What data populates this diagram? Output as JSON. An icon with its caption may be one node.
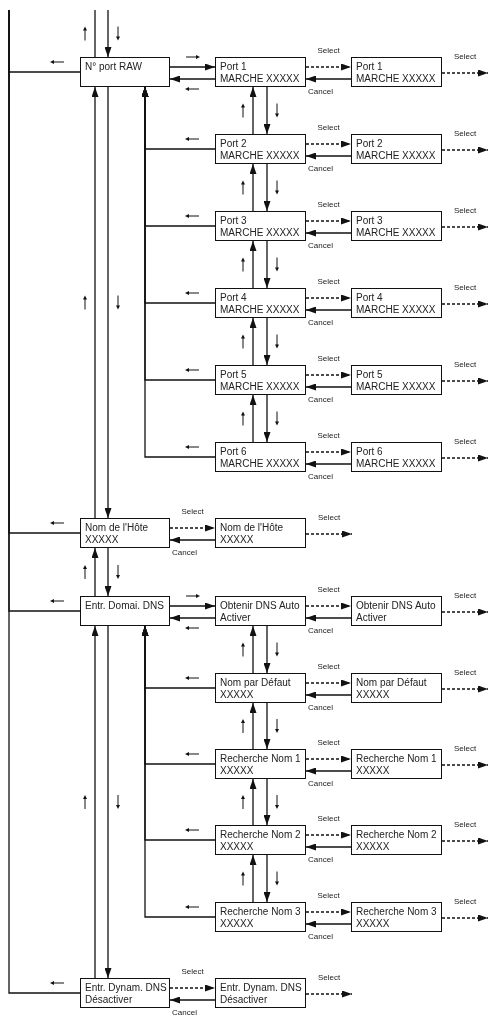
{
  "diagram": {
    "nodes": [
      {
        "text": [
          "N° port RAW"
        ]
      },
      {
        "text": [
          "Port 1",
          "MARCHE XXXXX"
        ]
      },
      {
        "text": [
          "Port 1",
          "MARCHE XXXXX"
        ]
      },
      {
        "text": [
          "Port 2",
          "MARCHE XXXXX"
        ]
      },
      {
        "text": [
          "Port 2",
          "MARCHE XXXXX"
        ]
      },
      {
        "text": [
          "Port 3",
          "MARCHE XXXXX"
        ]
      },
      {
        "text": [
          "Port 3",
          "MARCHE XXXXX"
        ]
      },
      {
        "text": [
          "Port 4",
          "MARCHE XXXXX"
        ]
      },
      {
        "text": [
          "Port 4",
          "MARCHE XXXXX"
        ]
      },
      {
        "text": [
          "Port 5",
          "MARCHE XXXXX"
        ]
      },
      {
        "text": [
          "Port 5",
          "MARCHE XXXXX"
        ]
      },
      {
        "text": [
          "Port 6",
          "MARCHE XXXXX"
        ]
      },
      {
        "text": [
          "Port 6",
          "MARCHE XXXXX"
        ]
      },
      {
        "text": [
          "Nom de l'Hôte",
          "XXXXX"
        ]
      },
      {
        "text": [
          "Nom de l'Hôte",
          "XXXXX"
        ]
      },
      {
        "text": [
          "Entr. Domai. DNS"
        ]
      },
      {
        "text": [
          "Obtenir DNS Auto",
          "Activer"
        ]
      },
      {
        "text": [
          "Obtenir DNS Auto",
          "Activer"
        ]
      },
      {
        "text": [
          "Nom par Défaut",
          "XXXXX"
        ]
      },
      {
        "text": [
          "Nom par Défaut",
          "XXXXX"
        ]
      },
      {
        "text": [
          "Recherche Nom 1",
          "XXXXX"
        ]
      },
      {
        "text": [
          "Recherche Nom 1",
          "XXXXX"
        ]
      },
      {
        "text": [
          "Recherche Nom 2",
          "XXXXX"
        ]
      },
      {
        "text": [
          "Recherche Nom 2",
          "XXXXX"
        ]
      },
      {
        "text": [
          "Recherche Nom 3",
          "XXXXX"
        ]
      },
      {
        "text": [
          "Recherche Nom 3",
          "XXXXX"
        ]
      },
      {
        "text": [
          "Entr. Dynam. DNS",
          "Désactiver"
        ]
      },
      {
        "text": [
          "Entr. Dynam. DNS",
          "Désactiver"
        ]
      }
    ],
    "edges": [
      {
        "from": null,
        "to": 0,
        "arrow": "to"
      },
      {
        "from": 0,
        "to": null,
        "arrow": "none"
      },
      {
        "from": 0,
        "to": null,
        "arrow": "none"
      },
      {
        "from": 0,
        "to": 1,
        "arrow": "to"
      },
      {
        "from": 1,
        "to": 0,
        "arrow": "to"
      },
      {
        "from": 1,
        "to": 2,
        "arrow": "to",
        "label": "Select",
        "style": "dashed"
      },
      {
        "from": 2,
        "to": 1,
        "arrow": "to",
        "label": "Cancel"
      },
      {
        "from": 2,
        "to": null,
        "arrow": "to",
        "label": "Select",
        "style": "dashed"
      },
      {
        "from": 1,
        "to": 3,
        "arrow": "to"
      },
      {
        "from": 3,
        "to": 1,
        "arrow": "to"
      },
      {
        "from": 3,
        "to": 4,
        "arrow": "to",
        "label": "Select",
        "style": "dashed"
      },
      {
        "from": 4,
        "to": 3,
        "arrow": "to",
        "label": "Cancel"
      },
      {
        "from": 4,
        "to": null,
        "arrow": "to",
        "label": "Select",
        "style": "dashed"
      },
      {
        "from": 3,
        "to": 0,
        "arrow": "to"
      },
      {
        "from": 3,
        "to": 5,
        "arrow": "to"
      },
      {
        "from": 5,
        "to": 3,
        "arrow": "to"
      },
      {
        "from": 5,
        "to": 6,
        "arrow": "to",
        "label": "Select",
        "style": "dashed"
      },
      {
        "from": 6,
        "to": 5,
        "arrow": "to",
        "label": "Cancel"
      },
      {
        "from": 6,
        "to": null,
        "arrow": "to",
        "label": "Select",
        "style": "dashed"
      },
      {
        "from": 5,
        "to": 0,
        "arrow": "to"
      },
      {
        "from": 5,
        "to": 7,
        "arrow": "to"
      },
      {
        "from": 7,
        "to": 5,
        "arrow": "to"
      },
      {
        "from": 7,
        "to": 8,
        "arrow": "to",
        "label": "Select",
        "style": "dashed"
      },
      {
        "from": 8,
        "to": 7,
        "arrow": "to",
        "label": "Cancel"
      },
      {
        "from": 8,
        "to": null,
        "arrow": "to",
        "label": "Select",
        "style": "dashed"
      },
      {
        "from": 7,
        "to": 0,
        "arrow": "to"
      },
      {
        "from": 7,
        "to": 9,
        "arrow": "to"
      },
      {
        "from": 9,
        "to": 7,
        "arrow": "to"
      },
      {
        "from": 9,
        "to": 10,
        "arrow": "to",
        "label": "Select",
        "style": "dashed"
      },
      {
        "from": 10,
        "to": 9,
        "arrow": "to",
        "label": "Cancel"
      },
      {
        "from": 10,
        "to": null,
        "arrow": "to",
        "label": "Select",
        "style": "dashed"
      },
      {
        "from": 9,
        "to": 0,
        "arrow": "to"
      },
      {
        "from": 9,
        "to": 11,
        "arrow": "to"
      },
      {
        "from": 11,
        "to": 9,
        "arrow": "to"
      },
      {
        "from": 11,
        "to": 12,
        "arrow": "to",
        "label": "Select",
        "style": "dashed"
      },
      {
        "from": 12,
        "to": 11,
        "arrow": "to",
        "label": "Cancel"
      },
      {
        "from": 12,
        "to": null,
        "arrow": "to",
        "label": "Select",
        "style": "dashed"
      },
      {
        "from": 11,
        "to": 0,
        "arrow": "to"
      },
      {
        "from": 0,
        "to": 13,
        "arrow": "to"
      },
      {
        "from": 13,
        "to": 0,
        "arrow": "to"
      },
      {
        "from": 13,
        "to": null,
        "arrow": "none"
      },
      {
        "from": 13,
        "to": 14,
        "arrow": "to",
        "label": "Select",
        "style": "dashed"
      },
      {
        "from": 14,
        "to": 13,
        "arrow": "to",
        "label": "Cancel"
      },
      {
        "from": 14,
        "to": null,
        "arrow": "to",
        "label": "Select",
        "style": "dashed"
      },
      {
        "from": 13,
        "to": 15,
        "arrow": "to"
      },
      {
        "from": 15,
        "to": 13,
        "arrow": "to"
      },
      {
        "from": 15,
        "to": null,
        "arrow": "none"
      },
      {
        "from": 15,
        "to": 16,
        "arrow": "to"
      },
      {
        "from": 16,
        "to": 15,
        "arrow": "to"
      },
      {
        "from": 16,
        "to": 17,
        "arrow": "to",
        "label": "Select",
        "style": "dashed"
      },
      {
        "from": 17,
        "to": 16,
        "arrow": "to",
        "label": "Cancel"
      },
      {
        "from": 17,
        "to": null,
        "arrow": "to",
        "label": "Select",
        "style": "dashed"
      },
      {
        "from": 16,
        "to": 18,
        "arrow": "to"
      },
      {
        "from": 18,
        "to": 16,
        "arrow": "to"
      },
      {
        "from": 18,
        "to": 19,
        "arrow": "to",
        "label": "Select",
        "style": "dashed"
      },
      {
        "from": 19,
        "to": 18,
        "arrow": "to",
        "label": "Cancel"
      },
      {
        "from": 19,
        "to": null,
        "arrow": "to",
        "label": "Select",
        "style": "dashed"
      },
      {
        "from": 18,
        "to": 15,
        "arrow": "to"
      },
      {
        "from": 18,
        "to": 20,
        "arrow": "to"
      },
      {
        "from": 20,
        "to": 18,
        "arrow": "to"
      },
      {
        "from": 20,
        "to": 21,
        "arrow": "to",
        "label": "Select",
        "style": "dashed"
      },
      {
        "from": 21,
        "to": 20,
        "arrow": "to",
        "label": "Cancel"
      },
      {
        "from": 21,
        "to": null,
        "arrow": "to",
        "label": "Select",
        "style": "dashed"
      },
      {
        "from": 20,
        "to": 15,
        "arrow": "to"
      },
      {
        "from": 20,
        "to": 22,
        "arrow": "to"
      },
      {
        "from": 22,
        "to": 20,
        "arrow": "to"
      },
      {
        "from": 22,
        "to": 23,
        "arrow": "to",
        "label": "Select",
        "style": "dashed"
      },
      {
        "from": 23,
        "to": 22,
        "arrow": "to",
        "label": "Cancel"
      },
      {
        "from": 23,
        "to": null,
        "arrow": "to",
        "label": "Select",
        "style": "dashed"
      },
      {
        "from": 22,
        "to": 15,
        "arrow": "to"
      },
      {
        "from": 22,
        "to": 24,
        "arrow": "to"
      },
      {
        "from": 24,
        "to": 22,
        "arrow": "to"
      },
      {
        "from": 24,
        "to": 25,
        "arrow": "to",
        "label": "Select",
        "style": "dashed"
      },
      {
        "from": 25,
        "to": 24,
        "arrow": "to",
        "label": "Cancel"
      },
      {
        "from": 25,
        "to": null,
        "arrow": "to",
        "label": "Select",
        "style": "dashed"
      },
      {
        "from": 24,
        "to": 15,
        "arrow": "to"
      },
      {
        "from": 15,
        "to": 26,
        "arrow": "to"
      },
      {
        "from": 26,
        "to": 15,
        "arrow": "to"
      },
      {
        "from": 26,
        "to": null,
        "arrow": "none"
      },
      {
        "from": 26,
        "to": 27,
        "arrow": "to",
        "label": "Select",
        "style": "dashed"
      },
      {
        "from": 27,
        "to": 26,
        "arrow": "to",
        "label": "Cancel"
      },
      {
        "from": 27,
        "to": null,
        "arrow": "to",
        "label": "Select",
        "style": "dashed"
      }
    ]
  }
}
